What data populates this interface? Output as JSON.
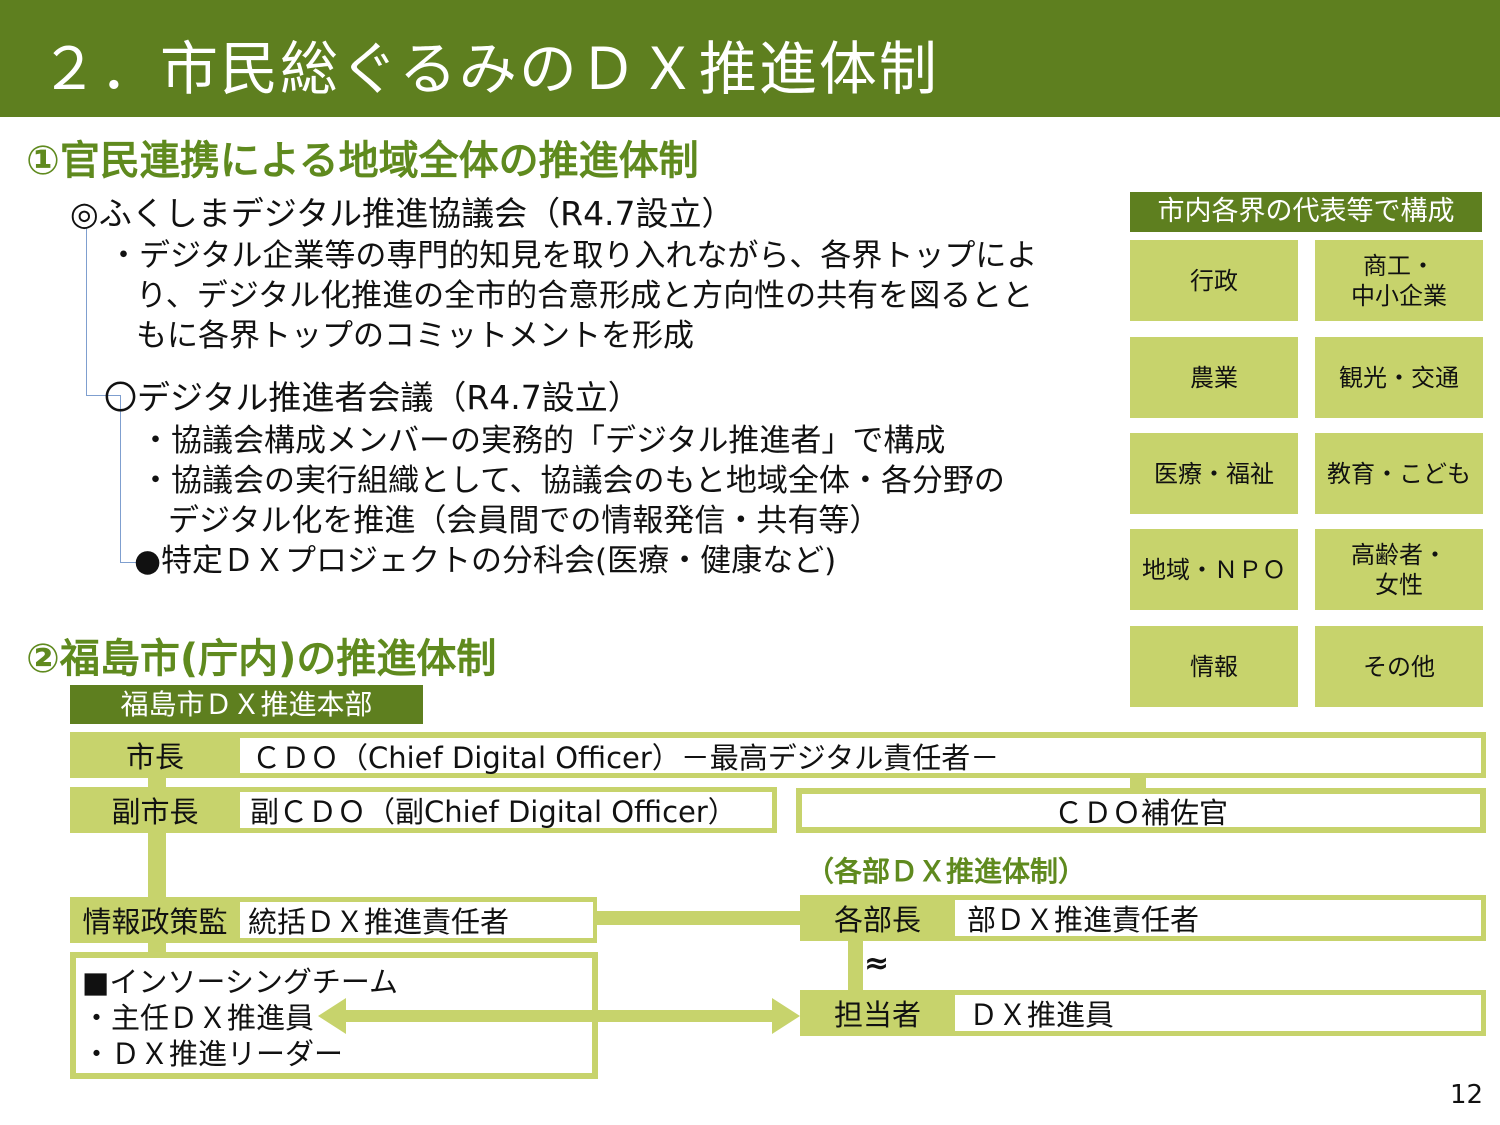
{
  "header": {
    "title": "２．市民総ぐるみのＤＸ推進体制"
  },
  "section1": {
    "title": "①官民連携による地域全体の推進体制",
    "council": {
      "title": "◎ふくしまデジタル推進協議会（R4.7設立）",
      "lines": [
        "・デジタル企業等の専門的知見を取り入れながら、各界トップによ",
        "り、デジタル化推進の全市的合意形成と方向性の共有を図るとと",
        "もに各界トップのコミットメントを形成"
      ]
    },
    "meeting": {
      "title": "〇デジタル推進者会議（R4.7設立）",
      "lines": [
        "・協議会構成メンバーの実務的「デジタル推進者」で構成",
        "・協議会の実行組織として、協議会のもと地域全体・各分野の",
        "デジタル化を推進（会員間での情報発信・共有等）"
      ]
    },
    "subcommittee": "●特定ＤＸプロジェクトの分科会(医療・健康など)"
  },
  "members": {
    "title": "市内各界の代表等で構成",
    "cells": [
      "行政",
      "商工・\n中小企業",
      "農業",
      "観光・交通",
      "医療・福祉",
      "教育・こども",
      "地域・ＮＰＯ",
      "高齢者・\n女性",
      "情報",
      "その他"
    ]
  },
  "section2": {
    "title": "②福島市(庁内)の推進体制",
    "hq": "福島市ＤＸ推進本部",
    "mayor": {
      "label": "市長",
      "role": "ＣＤＯ（Chief Digital Officer）－最高デジタル責任者－"
    },
    "vice_mayor": {
      "label": "副市長",
      "role": "副ＣＤＯ（副Chief Digital Officer）"
    },
    "cdo_assistant": "ＣＤＯ補佐官",
    "info_policy": {
      "label": "情報政策監",
      "role": "統括ＤＸ推進責任者"
    },
    "insourcing": {
      "title": "■インソーシングチーム",
      "lines": [
        "・主任ＤＸ推進員",
        "・ＤＸ推進リーダー"
      ]
    },
    "dept_system": "（各部ＤＸ推進体制）",
    "dept_head": {
      "label": "各部長",
      "role": "部ＤＸ推進責任者"
    },
    "approx": "≈",
    "staff": {
      "label": "担当者",
      "role": "ＤＸ推進員"
    }
  },
  "page_number": "12",
  "colors": {
    "dark_green": "#5e7f1f",
    "light_green": "#c7d36c",
    "title_green": "#5f8a1e"
  }
}
